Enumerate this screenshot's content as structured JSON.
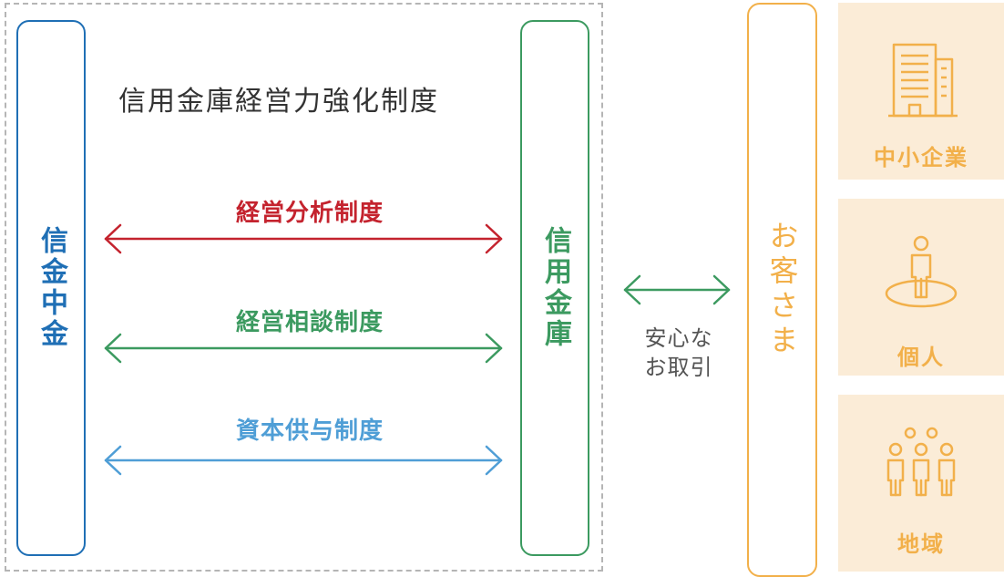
{
  "title": "信用金庫経営力強化制度",
  "left_box": {
    "label": "信金中金"
  },
  "middle_box": {
    "label": "信用金庫"
  },
  "customer_box": {
    "label": "お客さま"
  },
  "programs": [
    {
      "label": "経営分析制度",
      "color": "#c4232e"
    },
    {
      "label": "経営相談制度",
      "color": "#3c9a60"
    },
    {
      "label": "資本供与制度",
      "color": "#4f9ed6"
    }
  ],
  "transaction": {
    "line1": "安心な",
    "line2": "お取引"
  },
  "customers": [
    {
      "label": "中小企業",
      "icon": "building-icon"
    },
    {
      "label": "個人",
      "icon": "person-icon"
    },
    {
      "label": "地域",
      "icon": "community-icon"
    }
  ],
  "colors": {
    "shinkin_chukin": "#1f6fb5",
    "shinkin": "#3c9a60",
    "customer": "#f2b04a",
    "tile_bg": "#fbecd7",
    "frame": "#b5b5b5"
  }
}
